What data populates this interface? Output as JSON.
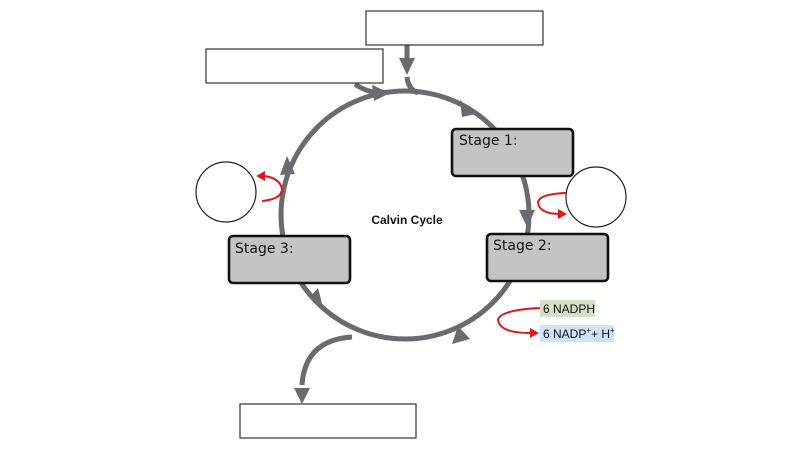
{
  "diagram": {
    "title": "Calvin Cycle",
    "stages": [
      {
        "label": "Stage 1:"
      },
      {
        "label": "Stage 2:"
      },
      {
        "label": "Stage 3:"
      }
    ],
    "blank_boxes": [
      {
        "id": "input-top",
        "text": ""
      },
      {
        "id": "input-left",
        "text": ""
      },
      {
        "id": "output-bottom",
        "text": ""
      }
    ],
    "blank_circles": [
      {
        "id": "stage1-byproduct",
        "text": ""
      },
      {
        "id": "stage3-byproduct",
        "text": ""
      }
    ],
    "molecules": {
      "nadph": {
        "text": "6 NADPH",
        "color": "#d3dfc6"
      },
      "nadp": {
        "prefix": "6 NADP",
        "sup1": "+",
        "middle": "+ H",
        "sup2": "+",
        "color": "#cfe3f5"
      }
    },
    "colors": {
      "cycle_arrow": "#6b6b6f",
      "stage_fill": "#c4c4c4",
      "red_arrow": "#e0161b"
    }
  }
}
